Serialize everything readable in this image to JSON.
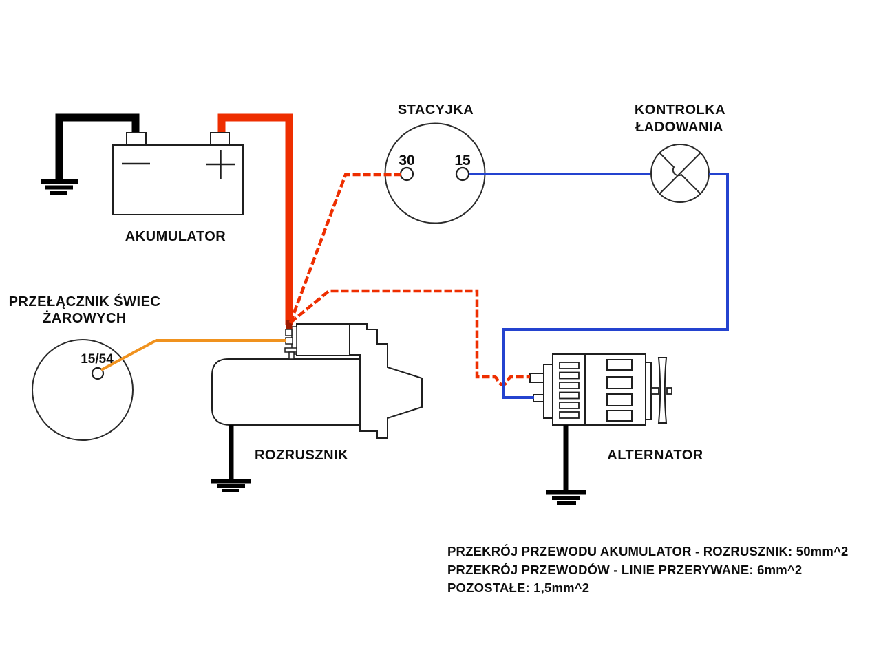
{
  "diagram": {
    "components": {
      "battery": {
        "label": "AKUMULATOR"
      },
      "ignition_switch": {
        "label": "STACYJKA",
        "terminal_left": "30",
        "terminal_right": "15"
      },
      "charge_lamp": {
        "label_line1": "KONTROLKA",
        "label_line2": "ŁADOWANIA"
      },
      "glow_plug_switch": {
        "label_line1": "PRZEŁĄCZNIK ŚWIEC",
        "label_line2": "ŻAROWYCH",
        "terminal": "15/54"
      },
      "starter": {
        "label": "ROZRUSZNIK"
      },
      "alternator": {
        "label": "ALTERNATOR"
      }
    },
    "notes": {
      "line1": "PRZEKRÓJ PRZEWODU AKUMULATOR - ROZRUSZNIK: 50mm^2",
      "line2": "PRZEKRÓJ PRZEWODÓW - LINIE PRZERYWANE: 6mm^2",
      "line3": "POZOSTAŁE: 1,5mm^2"
    },
    "wire_colors": {
      "main_power": "#ee2e00",
      "dashed": "#ee2e00",
      "glow": "#f0921e",
      "lamp": "#2443cf",
      "ground": "#000000",
      "terminal_tip": "#9c1a00"
    }
  }
}
